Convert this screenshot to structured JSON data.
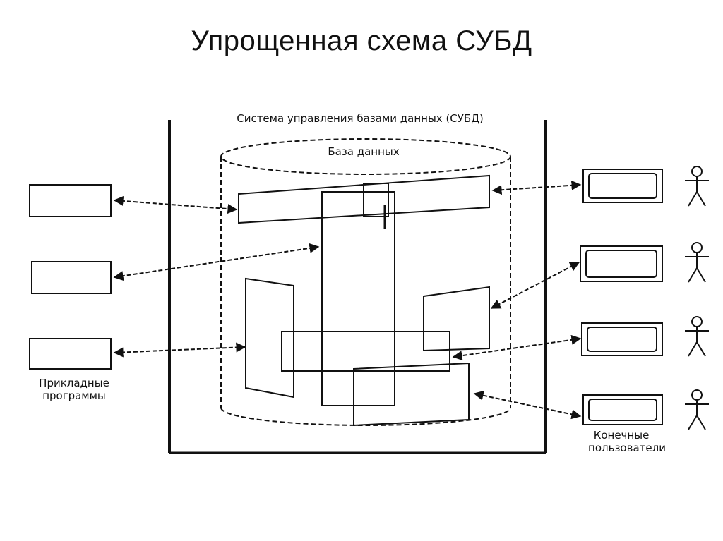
{
  "slide": {
    "title": "Упрощенная схема СУБД"
  },
  "diagram": {
    "dbms_label": "Система управления базами данных (СУБД)",
    "database_label": "База данных",
    "applications_label_line1": "Прикладные",
    "applications_label_line2": "программы",
    "end_users_label_line1": "Конечные",
    "end_users_label_line2": "пользователи",
    "application_programs": [
      "app-1",
      "app-2",
      "app-3"
    ],
    "end_users": [
      "user-1",
      "user-2",
      "user-3",
      "user-4"
    ]
  },
  "colors": {
    "ink": "#111111",
    "background": "#ffffff"
  }
}
